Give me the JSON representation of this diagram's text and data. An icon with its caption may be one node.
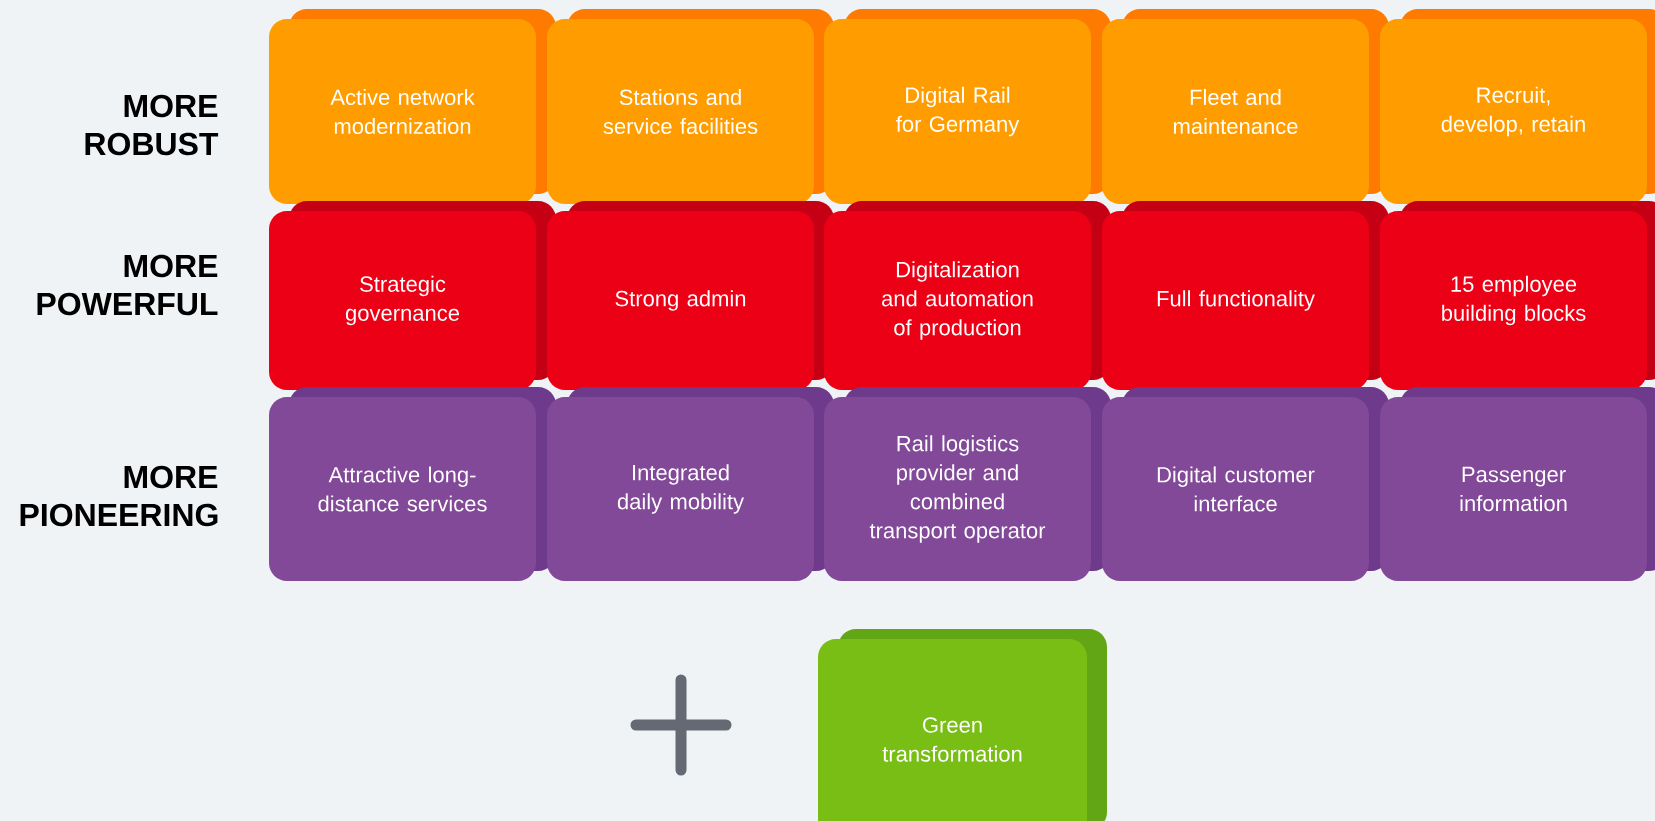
{
  "diagram": {
    "nodes": [
      {
        "text": [
          "Active network modernization"
        ]
      },
      {
        "text": [
          "Stations and service facilities"
        ]
      },
      {
        "text": [
          "Digital Rail for Germany"
        ]
      },
      {
        "text": [
          "Fleet and maintenance"
        ]
      },
      {
        "text": [
          "Recruit, develop, retain"
        ]
      },
      {
        "text": [
          "Strategic governance"
        ]
      },
      {
        "text": [
          "Strong admin"
        ]
      },
      {
        "text": [
          "Digitalization and automation of production"
        ]
      },
      {
        "text": [
          "Full functionality"
        ]
      },
      {
        "text": [
          "15 employee building blocks"
        ]
      },
      {
        "text": [
          "Attractive long-distance services"
        ]
      },
      {
        "text": [
          "Integrated daily mobility"
        ]
      },
      {
        "text": [
          "Rail logistics provider and combined transport operator"
        ]
      },
      {
        "text": [
          "Digital customer interface"
        ]
      },
      {
        "text": [
          "Passenger information"
        ]
      },
      {
        "text": [
          "Green transformation"
        ]
      }
    ],
    "labels": [
      "MORE ROBUST",
      "MORE POWERFUL",
      "MORE PIONEERING"
    ]
  }
}
